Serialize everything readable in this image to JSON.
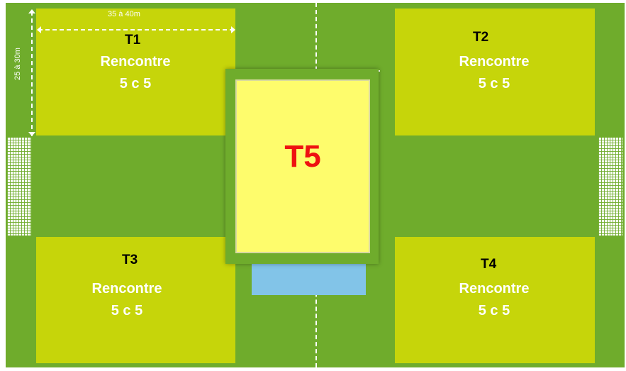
{
  "zones": [
    {
      "id": "T1",
      "label": "T1",
      "line1": "Rencontre",
      "line2": "5 c 5"
    },
    {
      "id": "T2",
      "label": "T2",
      "line1": "Rencontre",
      "line2": "5 c 5"
    },
    {
      "id": "T3",
      "label": "T3",
      "line1": "Rencontre",
      "line2": "5 c 5"
    },
    {
      "id": "T4",
      "label": "T4",
      "line1": "Rencontre",
      "line2": "5 c 5"
    }
  ],
  "center_zone": {
    "label": "T5"
  },
  "dimensions": {
    "width": "35 à 40m",
    "length": "25 à 30m"
  },
  "colors": {
    "field": "#6fac2c",
    "zone": "#c6d50a",
    "center": "#fefc6c",
    "center_label": "#ee1111",
    "bench": "#82c4e8"
  }
}
